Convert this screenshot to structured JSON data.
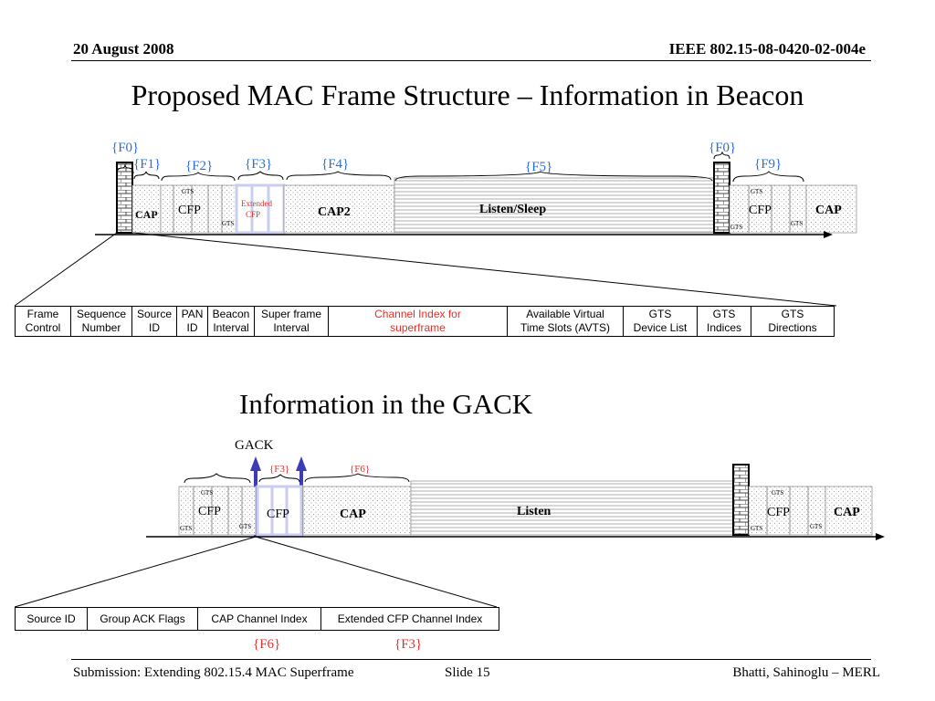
{
  "header": {
    "date": "20 August 2008",
    "doc_id": "IEEE 802.15-08-0420-02-004e"
  },
  "title": "Proposed MAC Frame Structure – Information in Beacon",
  "subtitle": "Information in the GACK",
  "colors": {
    "brace_label": "#2b6fd6",
    "red_label": "#e0322b",
    "cfp_extended": "#c9cdf0",
    "gack_arrow": "#3c3cb4"
  },
  "beacon_diagram": {
    "labels": {
      "f0_left": "{F0}",
      "f1": "{F1}",
      "f2": "{F2}",
      "f3": "{F3}",
      "f4": "{F4}",
      "f5": "{F5}",
      "f0_right": "{F0}",
      "f9": "{F9}"
    },
    "blocks": {
      "cap": "CAP",
      "cfp": "CFP",
      "gts": "GTS",
      "extended_cfp_1": "Extended",
      "extended_cfp_2": "CFP",
      "cap2": "CAP2",
      "listen_sleep": "Listen/Sleep",
      "cfp_right": "CFP",
      "cap_right": "CAP"
    },
    "fields": [
      {
        "line1": "Frame",
        "line2": "Control"
      },
      {
        "line1": "Sequence",
        "line2": "Number"
      },
      {
        "line1": "Source",
        "line2": "ID"
      },
      {
        "line1": "PAN",
        "line2": "ID"
      },
      {
        "line1": "Beacon",
        "line2": "Interval"
      },
      {
        "line1": "Super frame",
        "line2": "Interval"
      },
      {
        "line1": "Channel Index for",
        "line2": "superframe"
      },
      {
        "line1": "Available Virtual",
        "line2": "Time Slots (AVTS)"
      },
      {
        "line1": "GTS",
        "line2": "Device List"
      },
      {
        "line1": "GTS",
        "line2": "Indices"
      },
      {
        "line1": "GTS",
        "line2": "Directions"
      }
    ]
  },
  "gack_diagram": {
    "gack_label": "GACK",
    "labels": {
      "f3": "{F3}",
      "f6": "{F6}"
    },
    "blocks": {
      "cfp_left": "CFP",
      "gts": "GTS",
      "cfp_mid": "CFP",
      "cap": "CAP",
      "listen": "Listen",
      "cfp_right": "CFP",
      "cap_right": "CAP"
    },
    "fields": [
      "Source ID",
      "Group ACK Flags",
      "CAP Channel Index",
      "Extended CFP Channel Index"
    ],
    "field_labels": {
      "f6": "{F6}",
      "f3": "{F3}"
    }
  },
  "footer": {
    "submission": "Submission: Extending 802.15.4 MAC Superframe",
    "slide": "Slide 15",
    "authors": "Bhatti, Sahinoglu –  MERL"
  }
}
